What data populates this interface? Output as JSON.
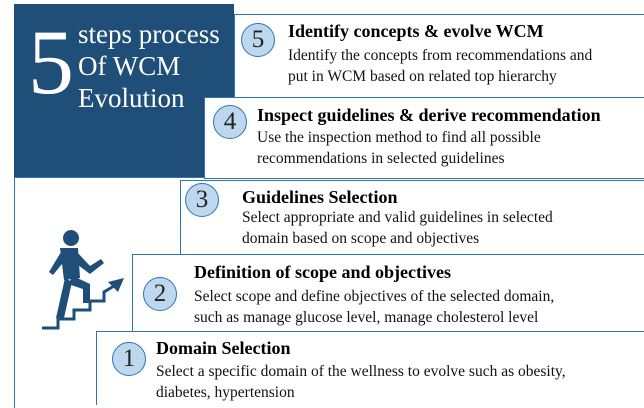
{
  "title": {
    "number": "5",
    "lines": [
      "steps process",
      "Of WCM",
      "Evolution"
    ]
  },
  "steps": [
    {
      "number": "5",
      "title": "Identify concepts & evolve WCM",
      "desc": [
        "Identify the concepts from recommendations and",
        "put in WCM based on related top hierarchy"
      ]
    },
    {
      "number": "4",
      "title": "Inspect guidelines & derive recommendation",
      "desc": [
        "Use the inspection method to find all possible",
        "recommendations in selected guidelines"
      ]
    },
    {
      "number": "3",
      "title": "Guidelines Selection",
      "desc": [
        "Select appropriate and valid guidelines in selected",
        "domain based on scope and objectives"
      ]
    },
    {
      "number": "2",
      "title": "Definition of scope and objectives",
      "desc": [
        "Select scope and define objectives of the selected domain,",
        "such as manage glucose level, manage cholesterol level"
      ]
    },
    {
      "number": "1",
      "title": "Domain Selection",
      "desc": [
        "Select a specific domain of the wellness to evolve such as obesity,",
        "diabetes, hypertension"
      ]
    }
  ],
  "colors": {
    "navy": "#1f4e79",
    "accent": "#2e75b6",
    "circle_fill": "#bdd7ee"
  },
  "icons": {
    "figure": "person-climbing-stairs-icon"
  }
}
